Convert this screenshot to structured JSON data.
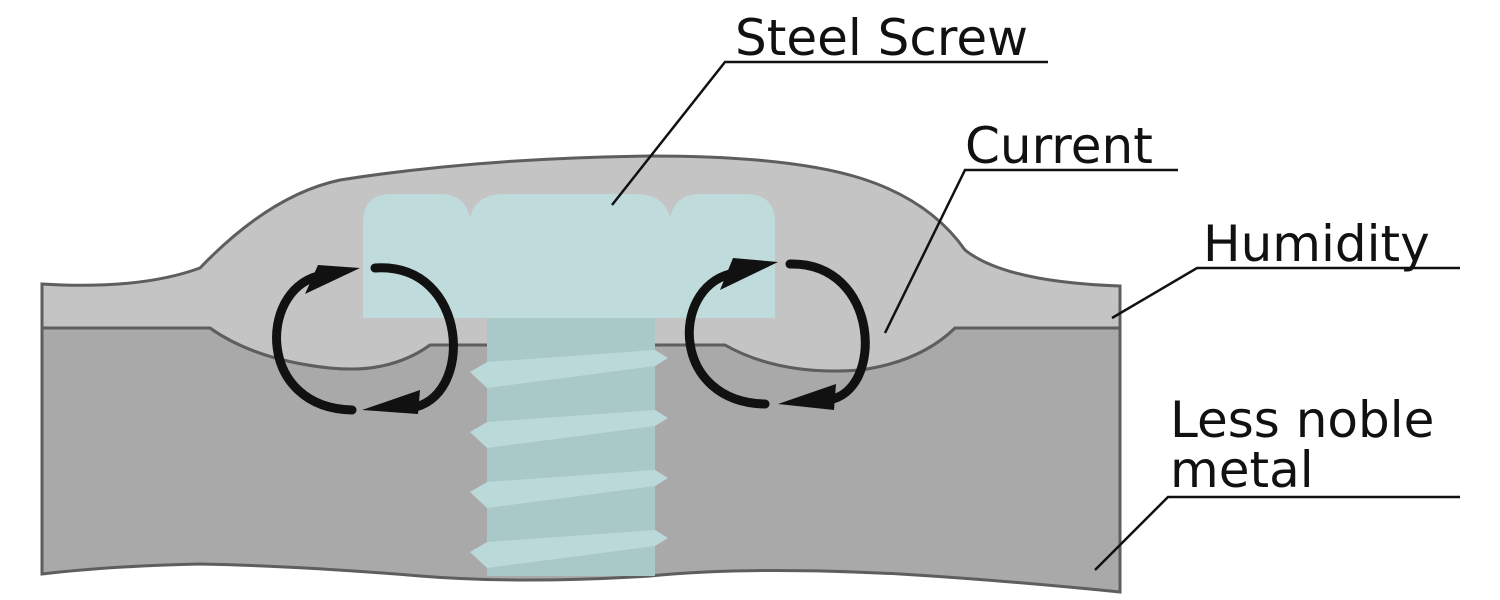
{
  "labels": {
    "steel_screw": "Steel Screw",
    "current": "Current",
    "humidity": "Humidity",
    "less_noble_line1": "Less noble",
    "less_noble_line2": "metal"
  },
  "colors": {
    "background": "#ffffff",
    "metal_plate": "#a9a9a9",
    "humidity_layer": "#c4c4c4",
    "outline": "#5e5e5e",
    "screw_head": "#bfdbdb",
    "screw_shank": "#a9c8c8",
    "screw_threads": "#bcd9d9",
    "arrow": "#111111",
    "leader_line": "#111111"
  }
}
